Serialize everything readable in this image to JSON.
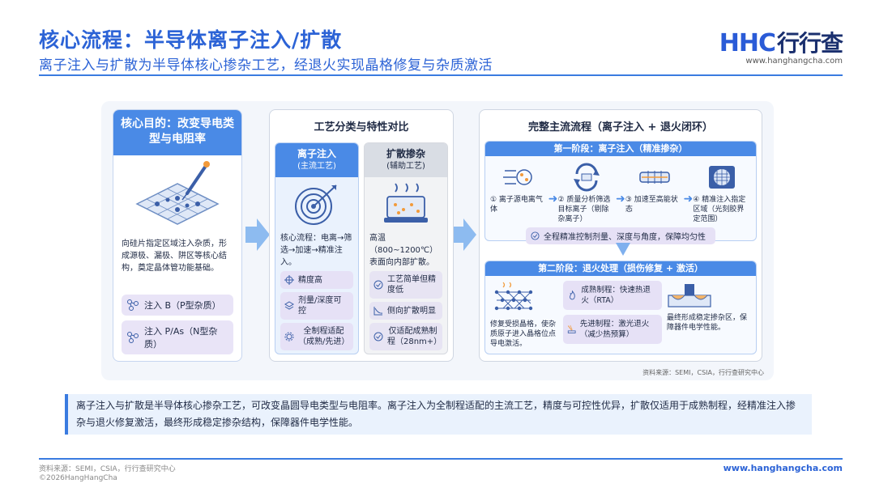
{
  "header": {
    "title": "核心流程：半导体离子注入/扩散",
    "subtitle": "离子注入与扩散为半导体核心掺杂工艺，经退火实现晶格修复与杂质激活"
  },
  "logo": {
    "mark_latin": "HHC",
    "mark_cn": "行行查",
    "url": "www.hanghangcha.com"
  },
  "panel1": {
    "heading": "核心目的：改变导电类型与电阻率",
    "text": "向硅片指定区域注入杂质，形成源极、漏极、阱区等核心结构，奠定晶体管功能基础。",
    "pill_b": "注入 B（P型杂质）",
    "pill_pas": "注入 P/As（N型杂质）"
  },
  "panel2": {
    "heading": "工艺分类与特性对比",
    "col_a": {
      "title": "离子注入",
      "tag": "(主流工艺)",
      "text": "核心流程：电离→筛选→加速→精准注入。",
      "chips": [
        "精度高",
        "剂量/深度可控",
        "全制程适配（成熟/先进）"
      ]
    },
    "col_b": {
      "title": "扩散掺杂",
      "tag": "(辅助工艺)",
      "text": "高温（800~1200℃）表面向内部扩散。",
      "chips": [
        "工艺简单但精度低",
        "侧向扩散明显",
        "仅适配成熟制程（28nm+）"
      ]
    }
  },
  "panel3": {
    "heading": "完整主流流程（离子注入 + 退火闭环）",
    "stage1": {
      "heading": "第一阶段：离子注入（精准掺杂）",
      "steps": [
        "① 离子源电离气体",
        "② 质量分析筛选目标离子（剔除杂离子）",
        "③ 加速至高能状态",
        "④ 精准注入指定区域（光刻胶界定范围）"
      ],
      "note": "全程精准控制剂量、深度与角度，保障均匀性"
    },
    "stage2": {
      "heading": "第二阶段：退火处理（损伤修复 + 激活）",
      "left_text": "修复受损晶格，使杂质原子进入晶格位点导电激活。",
      "box1": "成熟制程：快速热退火（RTA）",
      "box2": "先进制程：激光退火（减少热预算）",
      "right_text": "最终形成稳定掺杂区，保障器件电学性能。"
    },
    "source": "资料来源：SEMI，CSIA，行行查研究中心"
  },
  "summary": "离子注入与扩散是半导体核心掺杂工艺，可改变晶圆导电类型与电阻率。离子注入为全制程适配的主流工艺，精度与可控性优异，扩散仅适用于成熟制程，经精准注入掺杂与退火修复激活，最终形成稳定掺杂结构，保障器件电学性能。",
  "footer": {
    "source": "资料来源：SEMI，CSIA，行行查研究中心",
    "copyright": "©2026HangHangCha",
    "url": "www.hanghangcha.com"
  },
  "colors": {
    "accent": "#2c63d6",
    "panel_blue": "#4a8ae6",
    "chip_purple": "#e6e1f6"
  }
}
